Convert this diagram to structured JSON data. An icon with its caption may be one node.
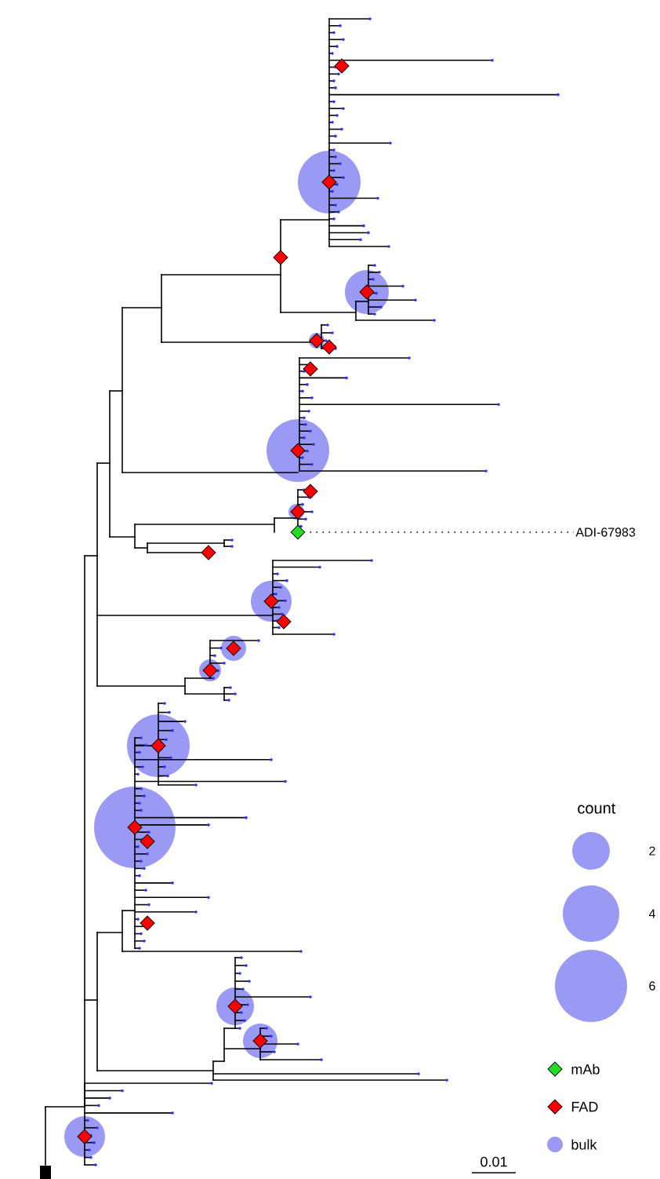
{
  "diagram": {
    "nodes": [
      {
        "text": [
          "ADI-67983"
        ]
      },
      {
        "text": [],
        "shape": "diamond"
      }
    ],
    "edges": [
      {
        "from": 1,
        "to": 0,
        "arrow": "none",
        "style": "dashed"
      }
    ],
    "labels": [
      "count",
      "2",
      "4",
      "6",
      "0.01"
    ],
    "legend": [
      {
        "text": "mAb",
        "color": "#22dd22"
      },
      {
        "text": "FAD",
        "color": "#ff0000"
      },
      {
        "text": "bulk",
        "color": "#9a9af5"
      }
    ]
  }
}
